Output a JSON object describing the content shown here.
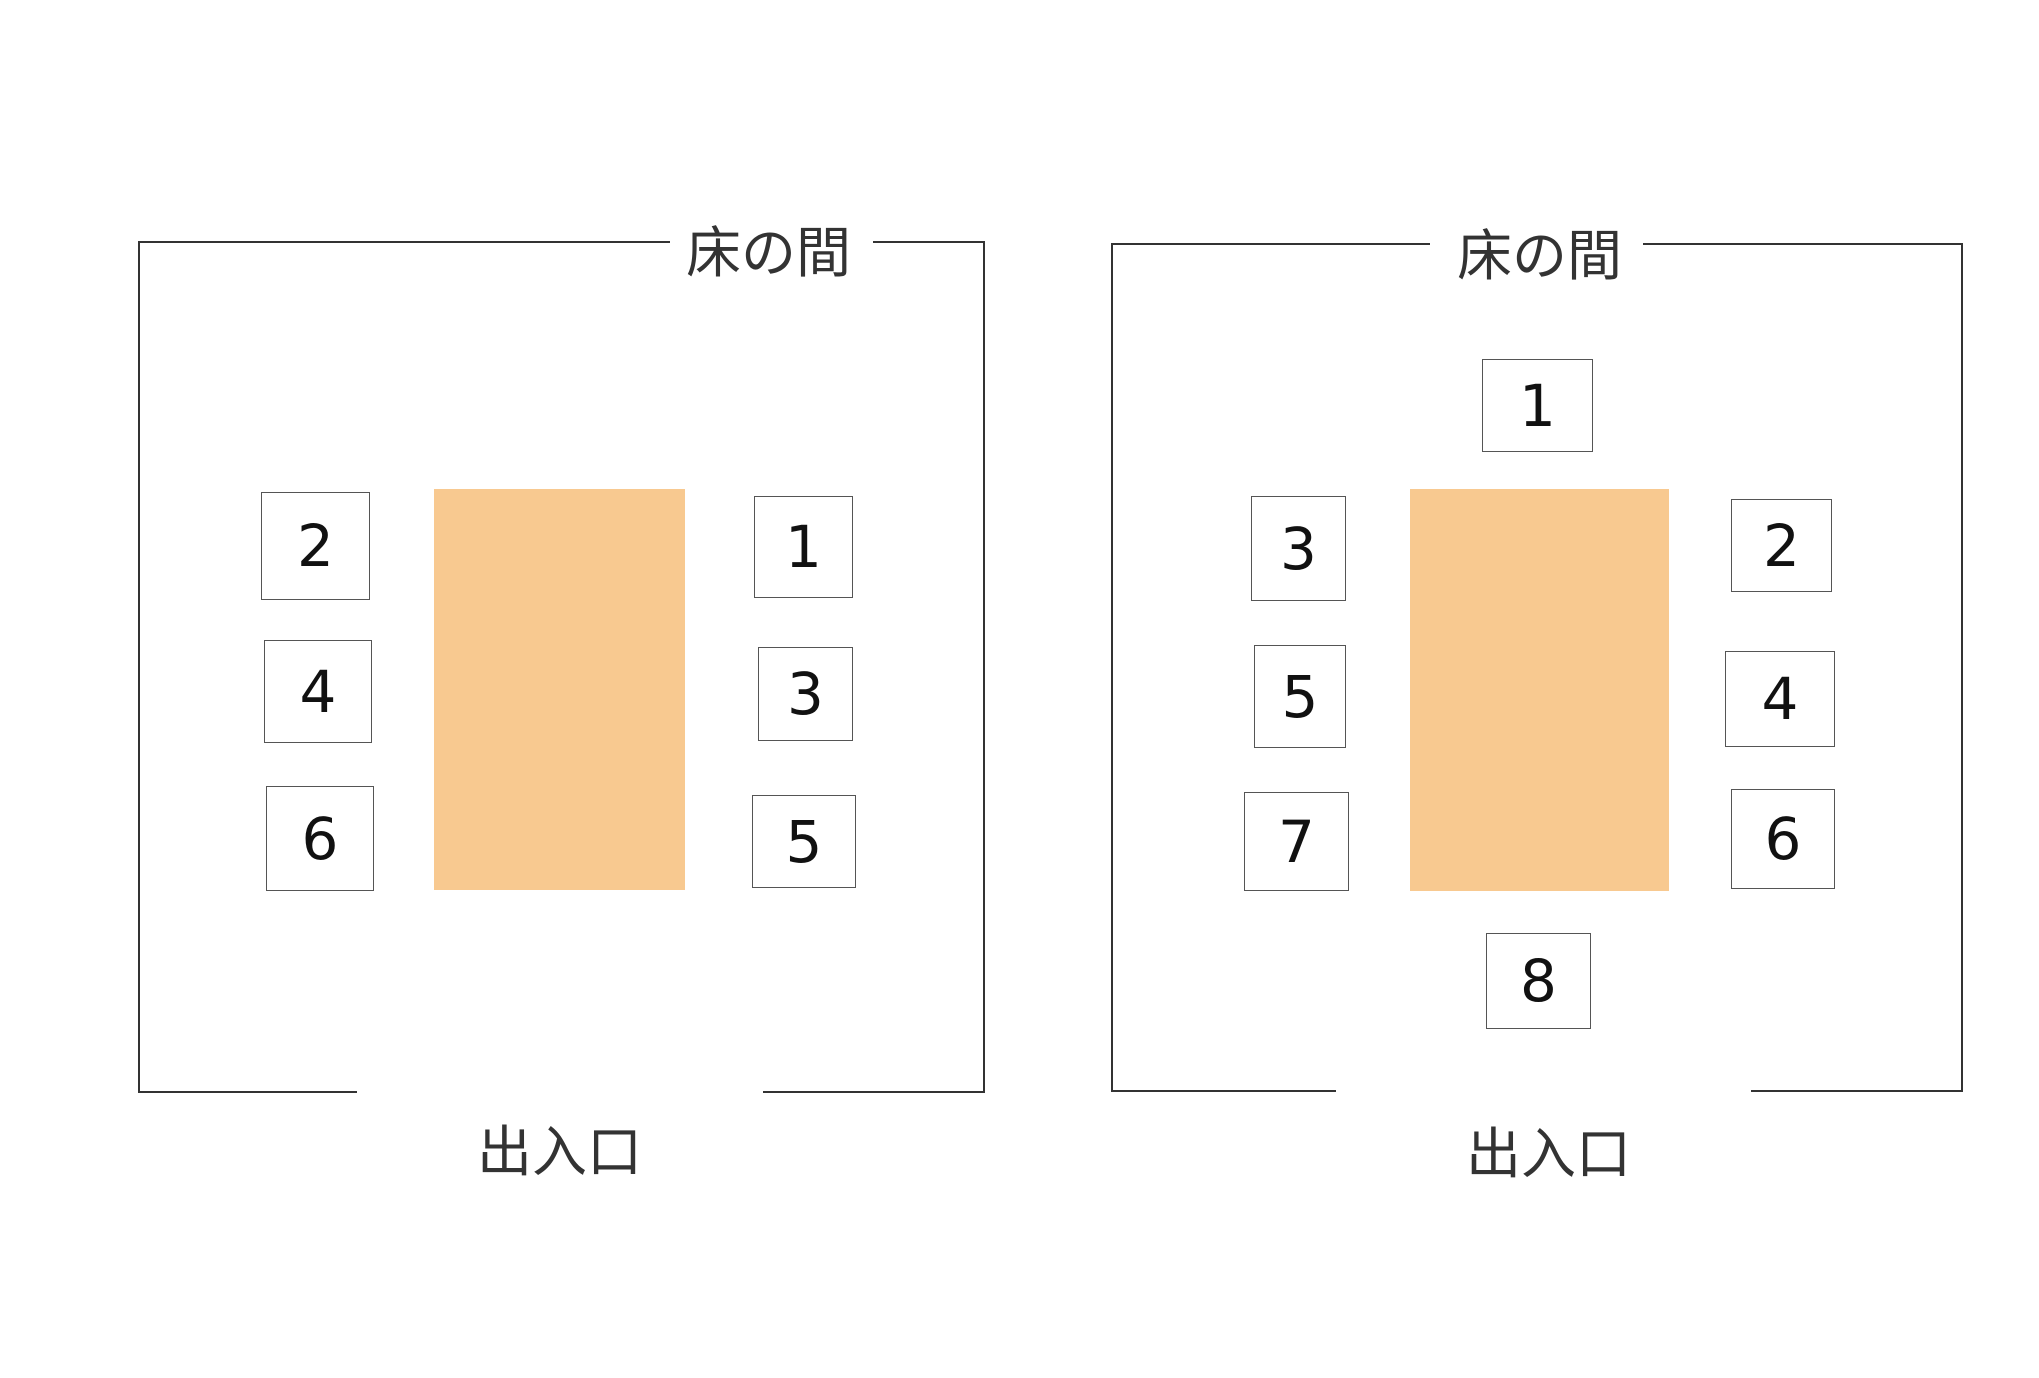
{
  "rooms": [
    {
      "alcove_label": "床の間",
      "entrance_label": "出入口",
      "seats": [
        "1",
        "2",
        "3",
        "4",
        "5",
        "6"
      ]
    },
    {
      "alcove_label": "床の間",
      "entrance_label": "出入口",
      "seats": [
        "1",
        "2",
        "3",
        "4",
        "5",
        "6",
        "7",
        "8"
      ]
    }
  ],
  "colors": {
    "table": "#f8c990",
    "line": "#333333"
  }
}
